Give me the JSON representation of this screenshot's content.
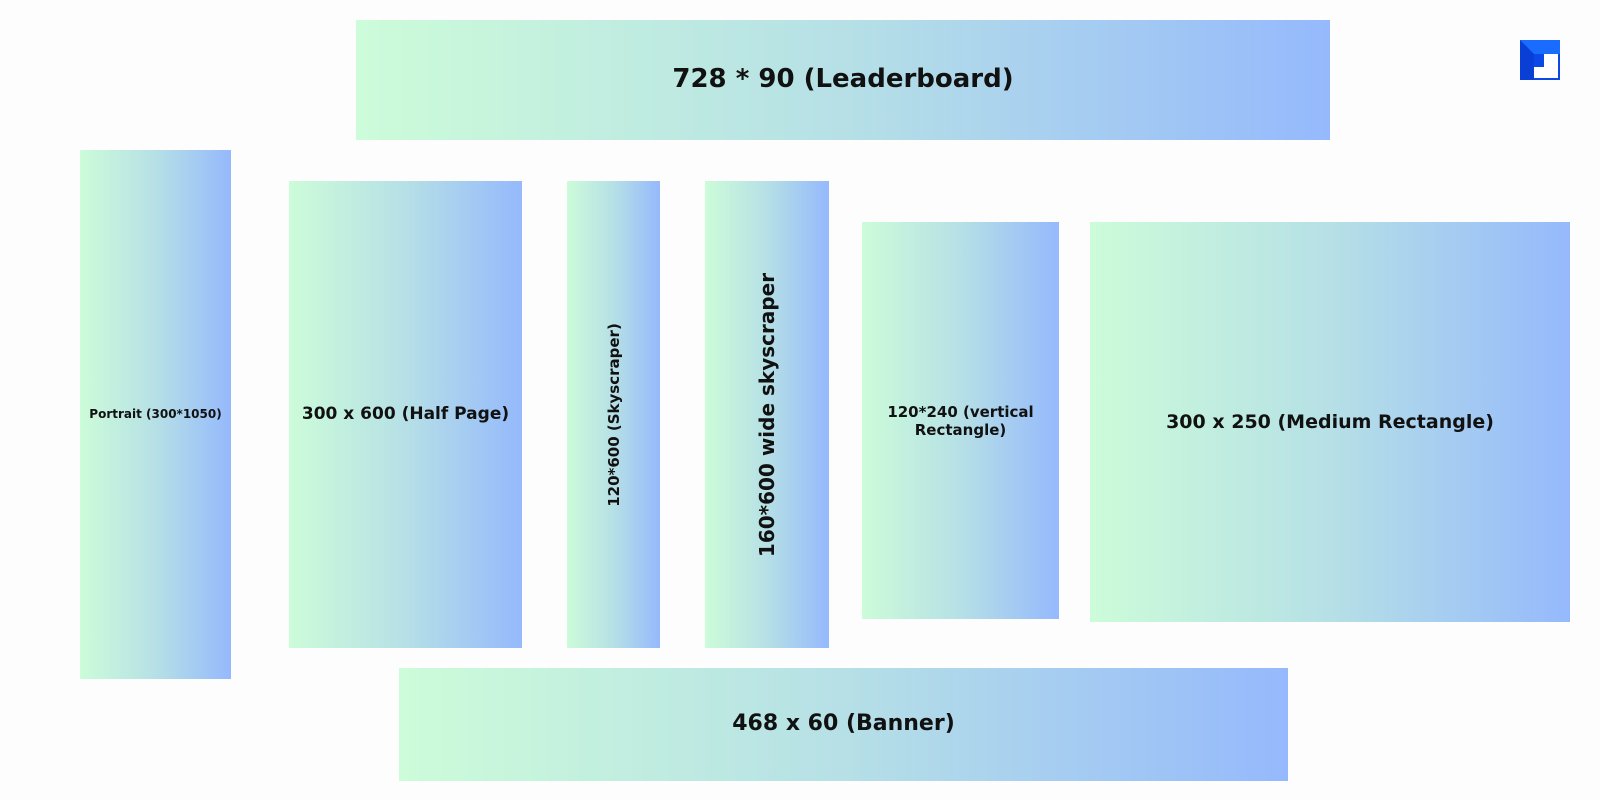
{
  "colors": {
    "gradient_start": "#ccfcd9",
    "gradient_mid": "#b6e0e6",
    "gradient_end": "#95b9fc",
    "logo_blue": "#0a58f0",
    "logo_dark_blue": "#0a3fd6",
    "background": "#fdfdfd",
    "text": "#111111"
  },
  "logo": {
    "icon": "brand-logo-icon"
  },
  "ads": {
    "leaderboard": {
      "label": "728 * 90 (Leaderboard)",
      "size": "728 * 90",
      "name": "Leaderboard"
    },
    "portrait": {
      "label": "Portrait (300*1050)",
      "size": "300*1050",
      "name": "Portrait"
    },
    "half_page": {
      "label": "300 x 600 (Half Page)",
      "size": "300 x 600",
      "name": "Half Page"
    },
    "skyscraper": {
      "label": "120*600 (Skyscraper)",
      "size": "120*600",
      "name": "Skyscraper"
    },
    "wide_skyscraper": {
      "label": "160*600 wide skyscraper",
      "size": "160*600",
      "name": "wide skyscraper"
    },
    "vertical_rectangle": {
      "label": "120*240 (vertical Rectangle)",
      "size": "120*240",
      "name": "vertical Rectangle"
    },
    "medium_rectangle": {
      "label": "300 x 250 (Medium Rectangle)",
      "size": "300 x 250",
      "name": "Medium Rectangle"
    },
    "banner": {
      "label": "468 x 60 (Banner)",
      "size": "468 x 60",
      "name": "Banner"
    }
  }
}
